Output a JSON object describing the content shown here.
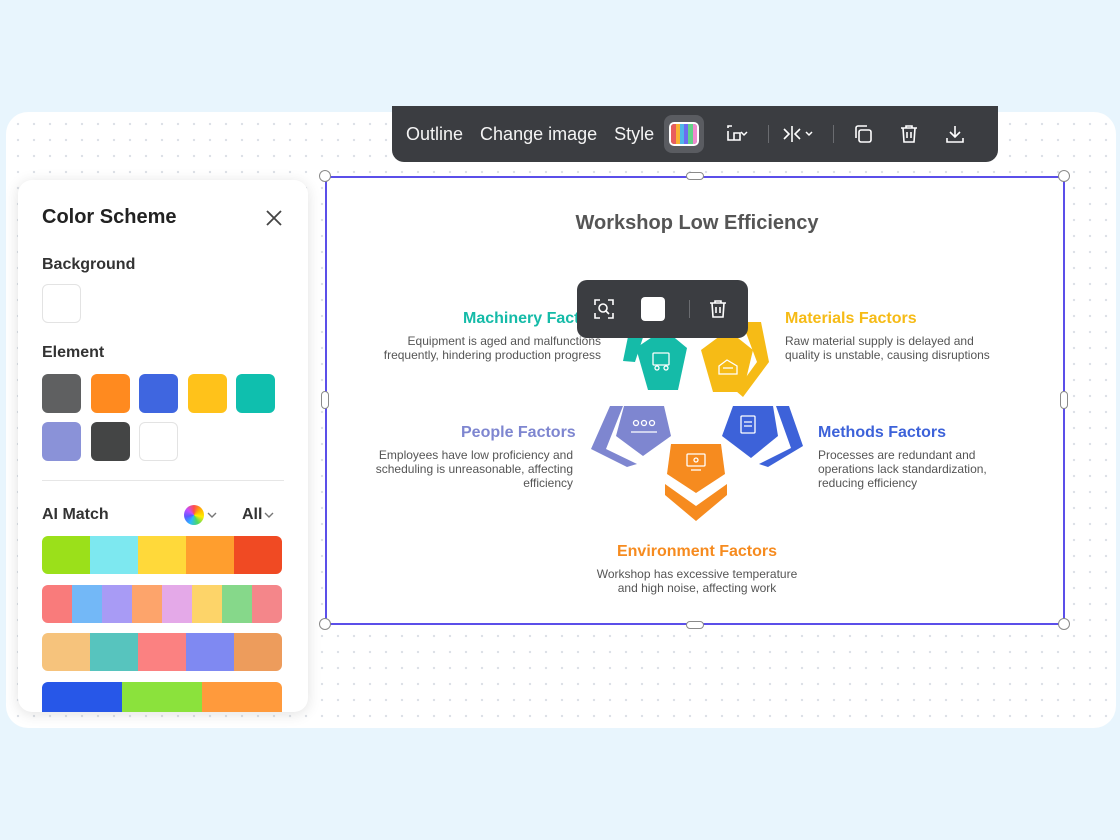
{
  "toolbar": {
    "outline_label": "Outline",
    "change_image_label": "Change image",
    "style_label": "Style",
    "stripe_colors": [
      "#e85d5d",
      "#f9b233",
      "#4fb8e8",
      "#6c6cf0",
      "#63d28a",
      "#f08bd0"
    ]
  },
  "panel": {
    "title": "Color Scheme",
    "background_label": "Background",
    "background_color": "#ffffff",
    "element_label": "Element",
    "element_colors": [
      "#5f6061",
      "#ff8a1f",
      "#3f66e0",
      "#ffc21a",
      "#0fbfae",
      "#8a92d8",
      "#444545",
      "#ffffff"
    ],
    "ai_match_label": "AI Match",
    "ai_filter_label": "All",
    "palettes": [
      [
        "#9be01a",
        "#7de8f0",
        "#ffd93a",
        "#ff9e2e",
        "#f04a23"
      ],
      [
        "#f97b7b",
        "#73b8f7",
        "#a89bf5",
        "#fda46b",
        "#e4a9e8",
        "#fdd469",
        "#86d88a",
        "#f4868a"
      ],
      [
        "#f6c37c",
        "#57c4be",
        "#fb8181",
        "#7f89f2",
        "#ed9c5c"
      ],
      [
        "#2757e8",
        "#8be23c",
        "#ff9a3c"
      ]
    ]
  },
  "diagram": {
    "title": "Workshop Low Efficiency",
    "factors": {
      "machinery": {
        "title": "Machinery Factors",
        "desc": "Equipment is aged and malfunctions frequently, hindering production progress",
        "color": "#15bba8"
      },
      "materials": {
        "title": "Materials Factors",
        "desc": "Raw material supply is delayed and quality is unstable, causing disruptions",
        "color": "#f6bb16"
      },
      "people": {
        "title": "People Factors",
        "desc": "Employees have low proficiency and scheduling is unreasonable, affecting efficiency",
        "color": "#7e86d0"
      },
      "methods": {
        "title": "Methods Factors",
        "desc": "Processes are redundant and operations lack standardization, reducing efficiency",
        "color": "#3d62d9"
      },
      "environment": {
        "title": "Environment Factors",
        "desc": "Workshop has excessive temperature and high noise, affecting work",
        "color": "#f68b1f"
      }
    }
  }
}
